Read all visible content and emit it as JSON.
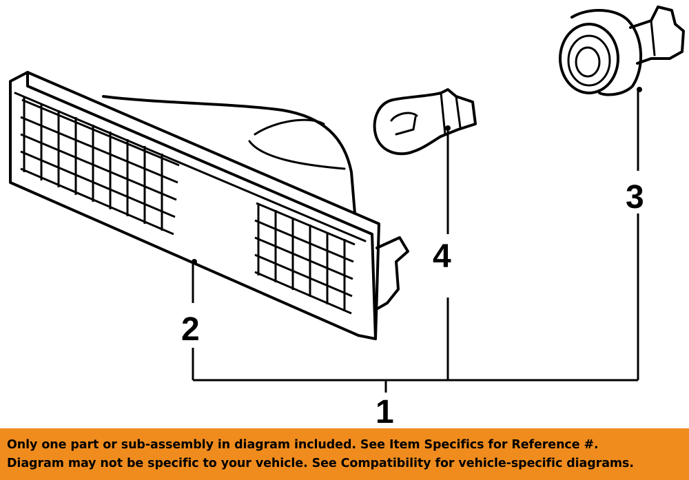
{
  "callouts": {
    "c1": "1",
    "c2": "2",
    "c3": "3",
    "c4": "4"
  },
  "disclaimer": {
    "line1": "Only one part or sub-assembly in diagram included. See Item Specifics for Reference #.",
    "line2": "Diagram may not be specific to your vehicle. See Compatibility for vehicle-specific diagrams."
  },
  "colors": {
    "banner": "#f08c1e",
    "ink": "#000000",
    "background": "#ffffff"
  }
}
